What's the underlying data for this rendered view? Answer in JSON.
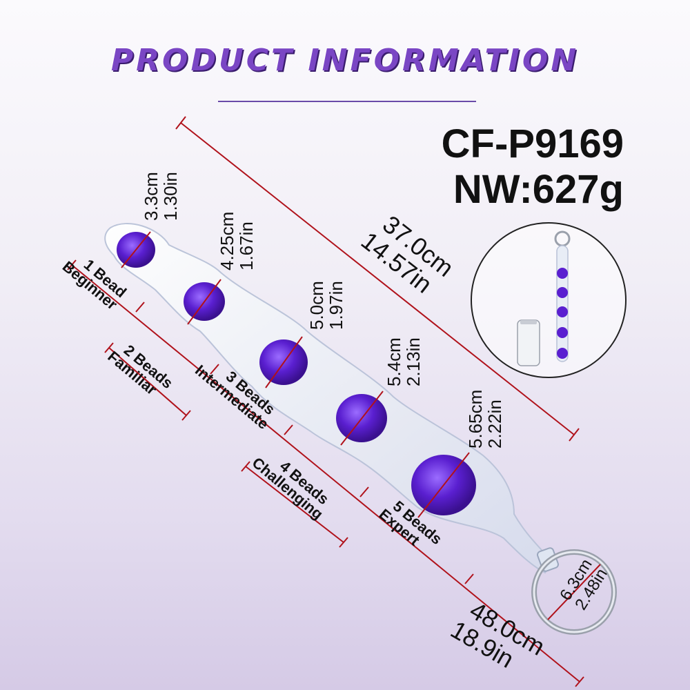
{
  "header": {
    "title": "PRODUCT INFORMATION"
  },
  "product": {
    "model": "CF-P9169",
    "net_weight": "NW:627g"
  },
  "dimensions": {
    "bead_1": {
      "cm": "3.3cm",
      "in": "1.30in"
    },
    "bead_2": {
      "cm": "4.25cm",
      "in": "1.67in"
    },
    "bead_3": {
      "cm": "5.0cm",
      "in": "1.97in"
    },
    "bead_4": {
      "cm": "5.4cm",
      "in": "2.13in"
    },
    "bead_5": {
      "cm": "5.65cm",
      "in": "2.22in"
    },
    "insert_length": {
      "cm": "37.0cm",
      "in": "14.57in"
    },
    "total_length": {
      "cm": "48.0cm",
      "in": "18.9in"
    },
    "ring": {
      "cm": "6.3cm",
      "in": "2.48in"
    }
  },
  "levels": [
    {
      "count": "1 Bead",
      "name": "Beginner"
    },
    {
      "count": "2 Beads",
      "name": "Familiar"
    },
    {
      "count": "3 Beads",
      "name": "Intermediate"
    },
    {
      "count": "4 Beads",
      "name": "Challenging"
    },
    {
      "count": "5 Beads",
      "name": "Expert"
    }
  ],
  "colors": {
    "title": "#7a46c4",
    "measure_line": "#b0121b",
    "bead": "#5a1fd0",
    "body": "#e9eef8"
  }
}
